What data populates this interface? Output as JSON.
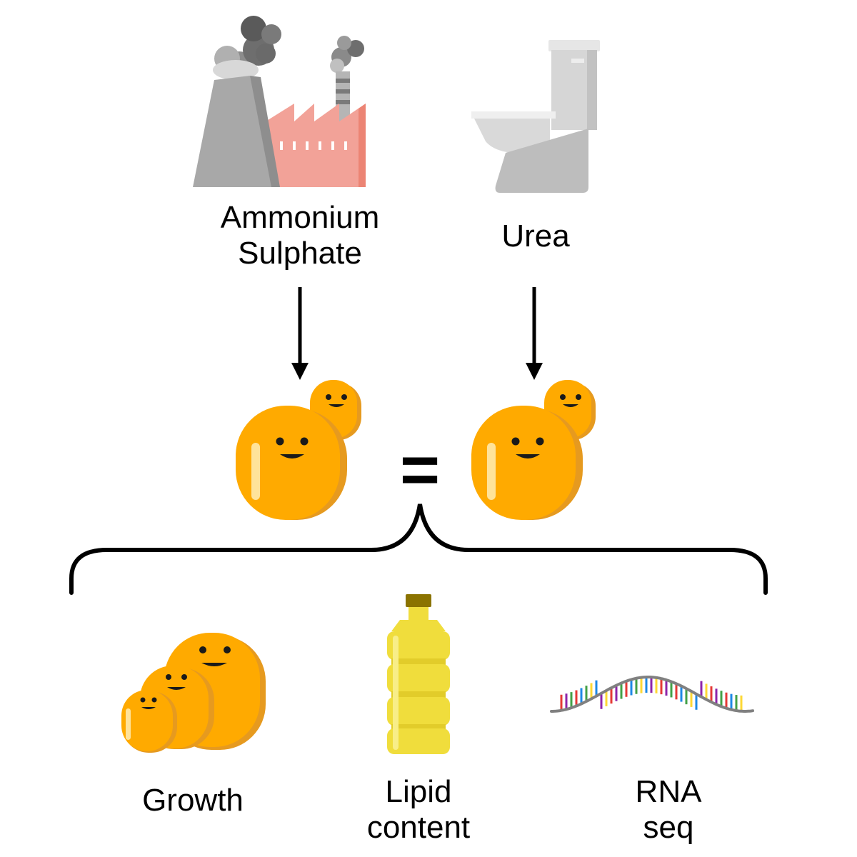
{
  "sources": {
    "left": {
      "label_line1": "Ammonium",
      "label_line2": "Sulphate",
      "icon": "factory-icon"
    },
    "right": {
      "label_line1": "Urea",
      "icon": "toilet-icon"
    }
  },
  "comparison": {
    "symbol": "=",
    "cell_icon": "yeast-cell-icon"
  },
  "outcomes": [
    {
      "line1": "Growth",
      "icon": "yeast-colony-icon"
    },
    {
      "line1": "Lipid",
      "line2": "content",
      "icon": "oil-bottle-icon"
    },
    {
      "line1": "RNA",
      "line2": "seq",
      "icon": "rna-strand-icon"
    }
  ],
  "colors": {
    "yeast": "#FFAA00",
    "yeast_shade": "#E69A1F",
    "factory_grey": "#A8A8A8",
    "factory_red": "#F2A298",
    "toilet_grey": "#CFCFCF",
    "oil": "#F0DD3C",
    "rna_backbone": "#808080"
  }
}
